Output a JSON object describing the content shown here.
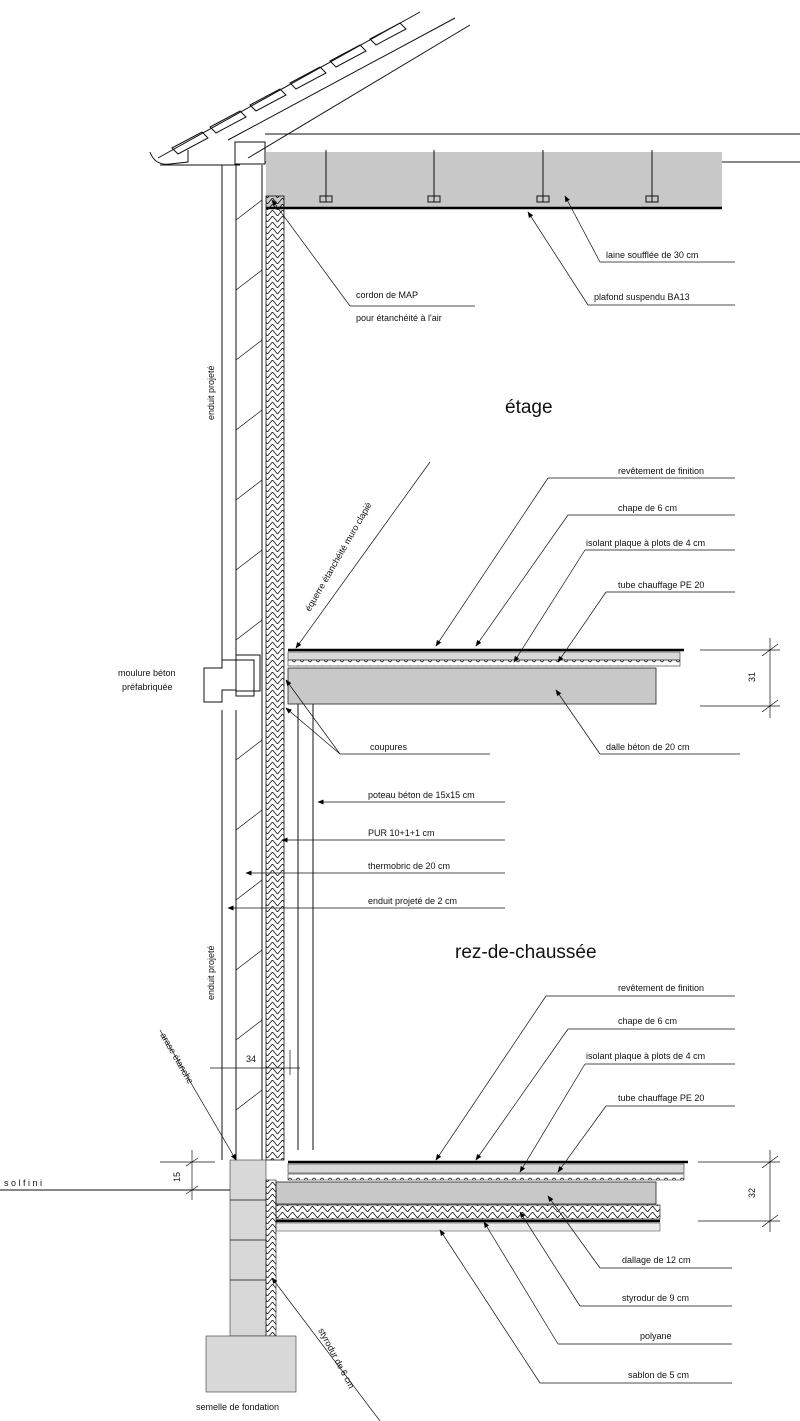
{
  "rooms": {
    "upper": "étage",
    "lower": "rez-de-chaussée"
  },
  "labels": {
    "laine": "laine soufflée de 30 cm",
    "plafond": "plafond suspendu BA13",
    "cordon_1": "cordon de MAP",
    "cordon_2": "pour étanchéité à l'air",
    "enduit_vertical_top": "enduit projeté",
    "enduit_vertical_bottom": "enduit projeté",
    "equerre": "équerre étanchéité muro clapiè",
    "up_revetement": "revêtement de finition",
    "up_chape": "chape de 6 cm",
    "up_isolant": "isolant plaque à plots de 4 cm",
    "up_tube": "tube chauffage PE 20",
    "moulure_1": "moulure béton",
    "moulure_2": "préfabriquée",
    "dim_31": "31",
    "dalle": "dalle béton de 20 cm",
    "coupures": "coupures",
    "poteau": "poteau béton de 15x15 cm",
    "pur": "PUR 10+1+1 cm",
    "thermobric": "thermobric de 20 cm",
    "enduit_2cm": "enduit projeté de 2 cm",
    "low_revetement": "revêtement de finition",
    "low_chape": "chape de 6 cm",
    "low_isolant": "isolant plaque à plots de 4 cm",
    "low_tube": "tube chauffage PE 20",
    "arase": "arase étanche",
    "dim_34": "34",
    "sol_fini": "s o l  f i n i",
    "dim_15": "15",
    "dim_32": "32",
    "dallage": "dallage de 12 cm",
    "styrodur_9": "styrodur de 9 cm",
    "polyane": "polyane",
    "sablon": "sablon de 5 cm",
    "styrodur_6": "styrodur de 6 cm",
    "semelle": "semelle de fondation"
  }
}
